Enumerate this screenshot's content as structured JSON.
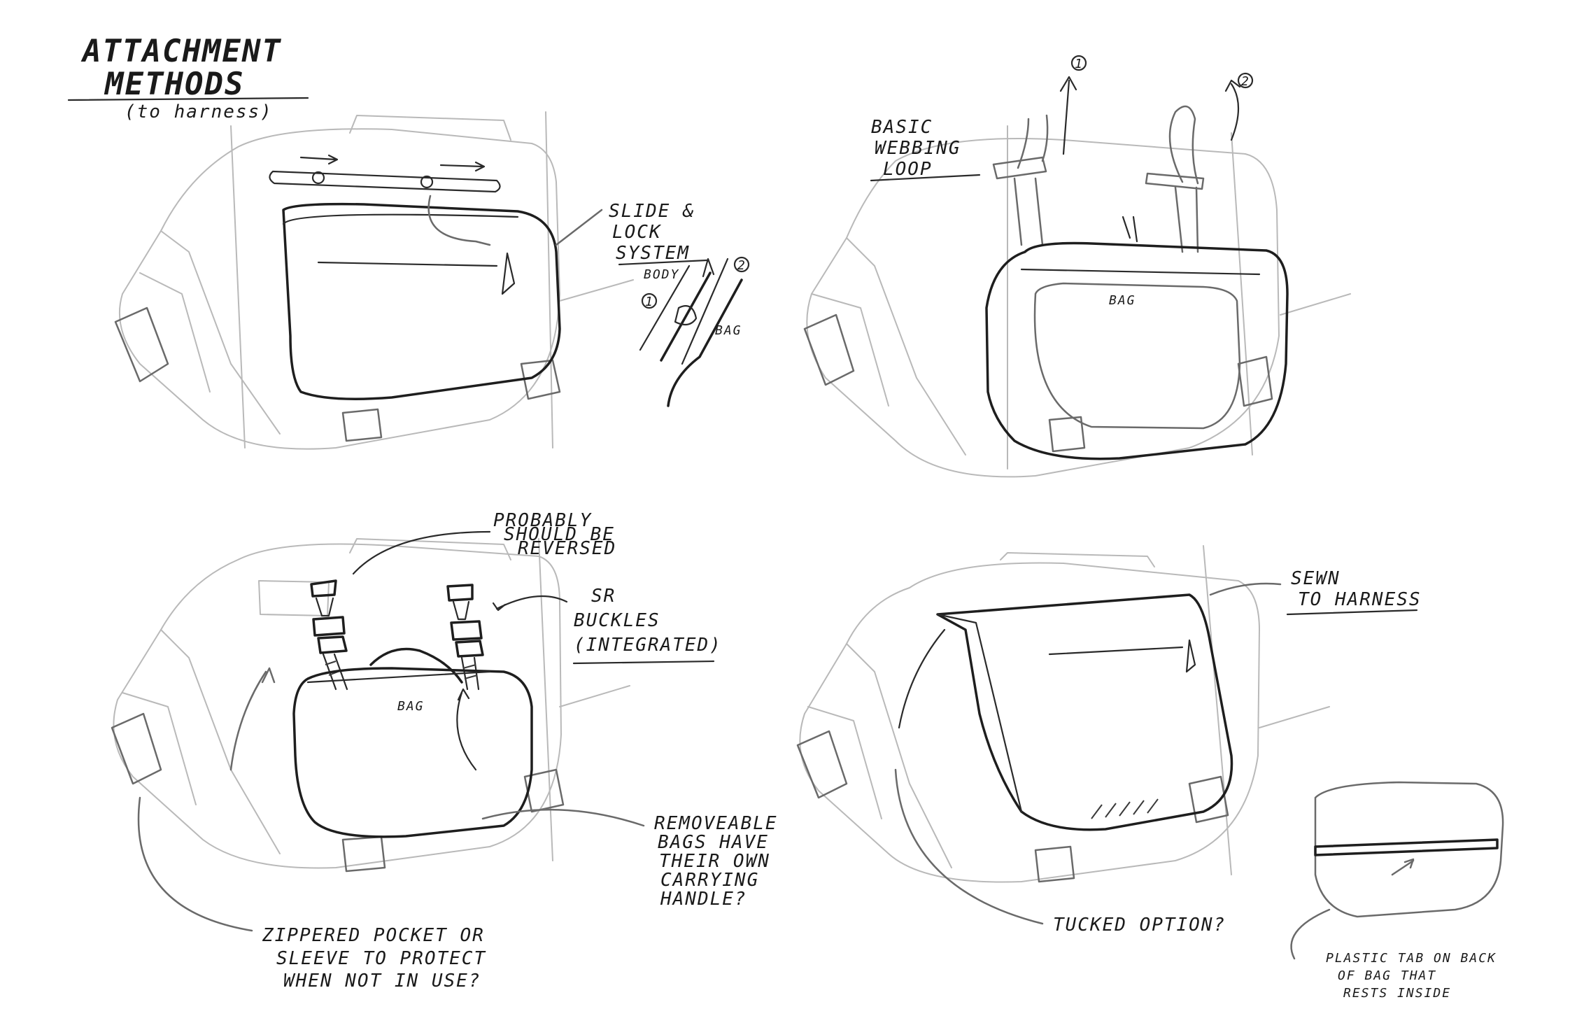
{
  "title": {
    "line1": "ATTACHMENT",
    "line2": "METHODS",
    "sub": "(to harness)"
  },
  "panel1": {
    "callout": [
      "SLIDE &",
      "LOCK",
      "SYSTEM"
    ],
    "detail_body": "BODY",
    "detail_bag": "BAG",
    "step1": "1",
    "step2": "2"
  },
  "panel2": {
    "callout": [
      "BASIC",
      "WEBBING",
      "LOOP"
    ],
    "bag_label": "BAG",
    "step1": "1",
    "step2": "2"
  },
  "panel3": {
    "note_top": [
      "PROBABLY",
      "SHOULD BE",
      "REVERSED"
    ],
    "callout": [
      "SR",
      "BUCKLES",
      "(INTEGRATED)"
    ],
    "bag_label": "BAG",
    "note_right": [
      "REMOVEABLE",
      "BAGS HAVE",
      "THEIR OWN",
      "CARRYING",
      "HANDLE?"
    ],
    "note_bottom": [
      "ZIPPERED POCKET OR",
      "SLEEVE TO PROTECT",
      "WHEN NOT IN USE?"
    ]
  },
  "panel4": {
    "callout": [
      "SEWN",
      "TO HARNESS"
    ],
    "note_tucked": "TUCKED OPTION?",
    "note_tab": [
      "PLASTIC TAB ON BACK",
      "OF BAG THAT",
      "RESTS INSIDE"
    ]
  }
}
